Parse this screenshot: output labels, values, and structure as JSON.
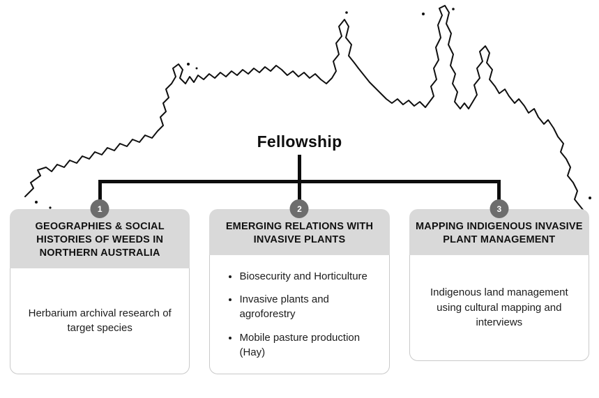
{
  "page": {
    "title": "Fellowship"
  },
  "map": {
    "label": "hand-drawn coastline outline of northern Australia"
  },
  "columns": [
    {
      "number": "1",
      "heading": "GEOGRAPHIES & SOCIAL HISTORIES OF WEEDS IN NORTHERN AUSTRALIA",
      "body": "Herbarium archival research of target species"
    },
    {
      "number": "2",
      "heading": "EMERGING RELATIONS WITH INVASIVE PLANTS",
      "bullets": [
        "Biosecurity and Horticulture",
        "Invasive plants and agroforestry",
        "Mobile pasture production (Hay)"
      ]
    },
    {
      "number": "3",
      "heading": "MAPPING INDIGENOUS INVASIVE PLANT MANAGEMENT",
      "body": "Indigenous land management using cultural mapping and interviews"
    }
  ],
  "colors": {
    "card_header_bg": "#d9d9d9",
    "badge_bg": "#6d6d6d",
    "connector": "#0d0d0d",
    "card_border": "#c9c9c9"
  }
}
